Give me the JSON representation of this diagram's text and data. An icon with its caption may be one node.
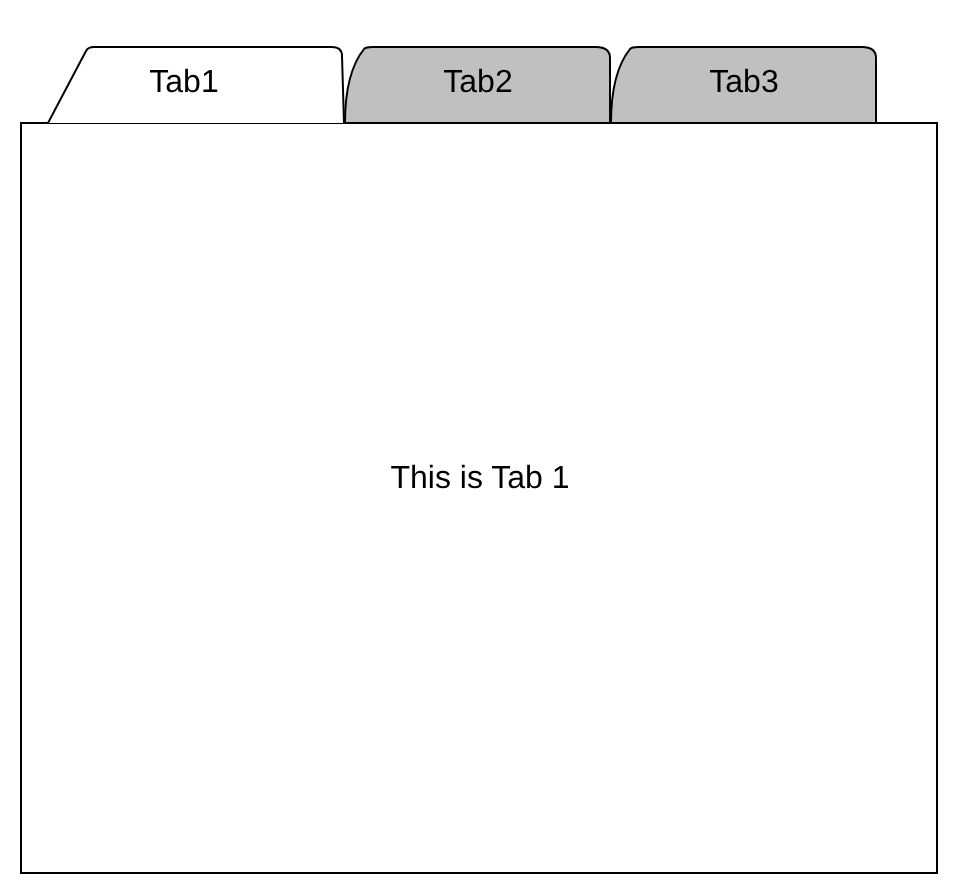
{
  "diagram": {
    "nodes": [
      {
        "text": [
          "Tab1"
        ]
      },
      {
        "text": [
          "Tab2"
        ]
      },
      {
        "text": [
          "Tab3"
        ]
      },
      {
        "text": [
          "This is Tab 1"
        ]
      }
    ]
  }
}
